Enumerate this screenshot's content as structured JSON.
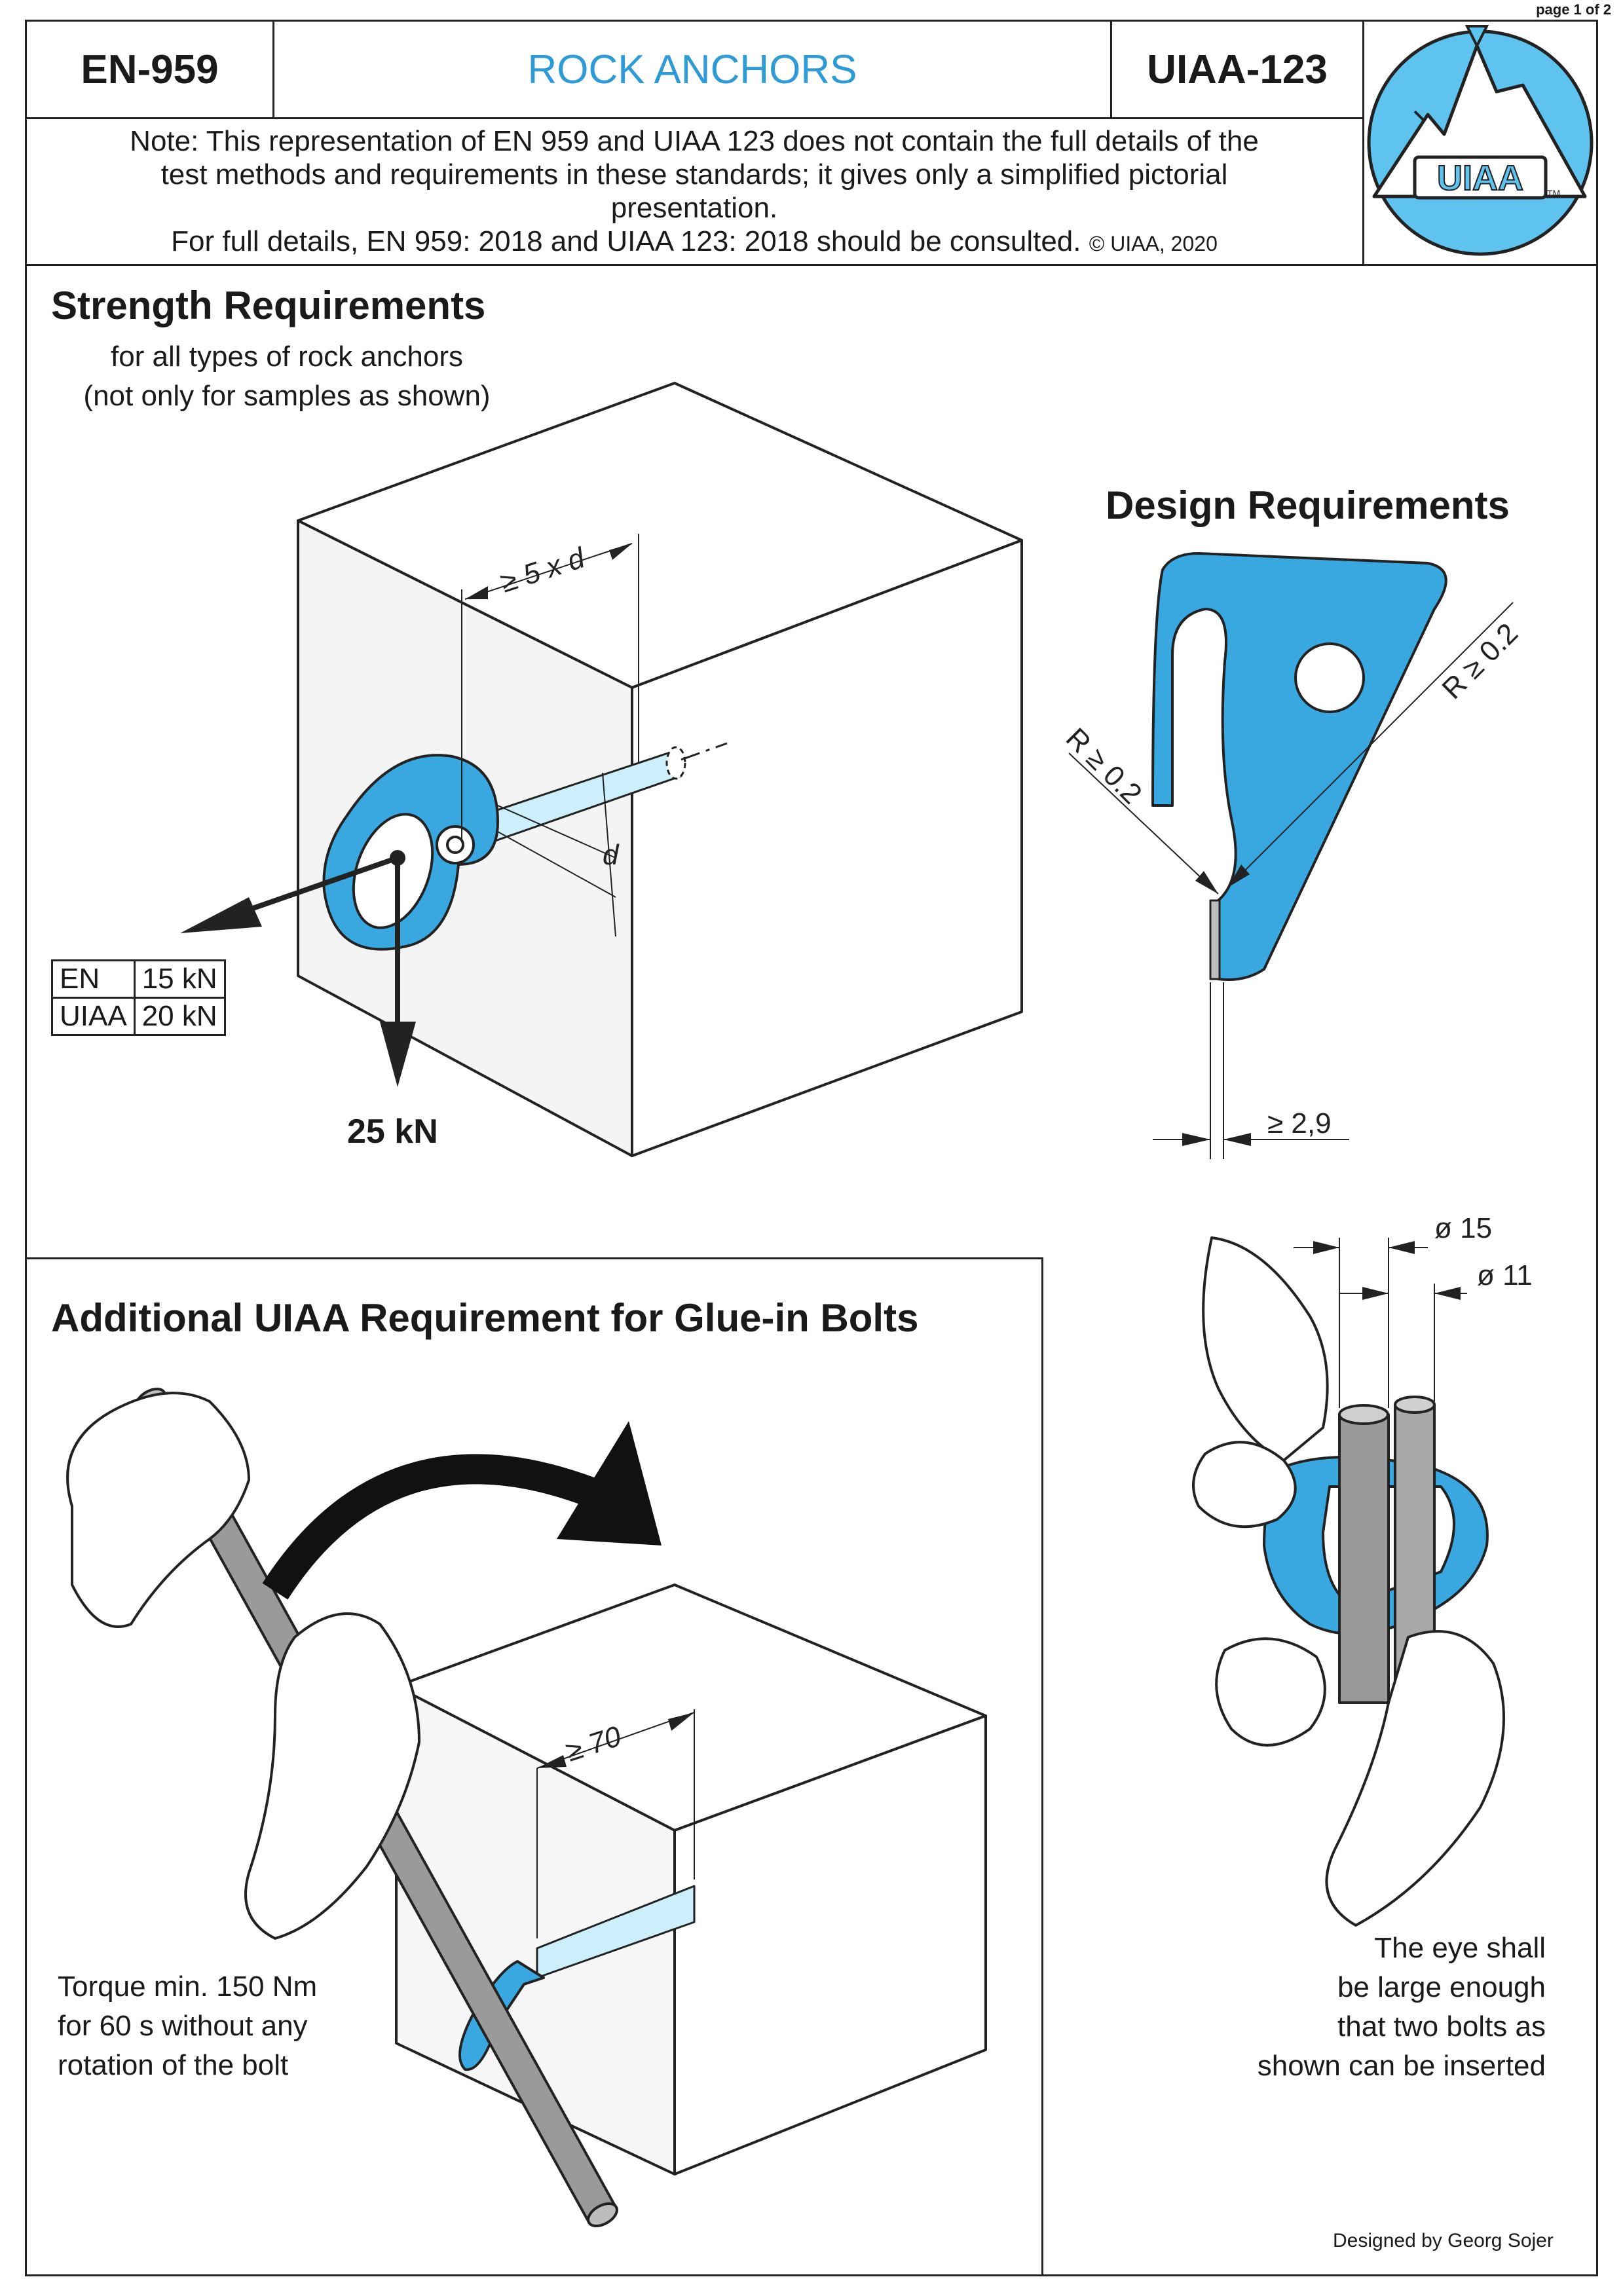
{
  "page_label": "page 1 of 2",
  "header": {
    "left": "EN-959",
    "title": "ROCK ANCHORS",
    "right": "UIAA-123",
    "logo_text": "UIAA",
    "logo_tm": "TM"
  },
  "note": {
    "line1": "Note: This representation of EN 959 and UIAA 123 does not contain the full details of the",
    "line2": "test methods and requirements in these standards; it gives only a simplified pictorial",
    "line3": "presentation.",
    "line4": "For full details, EN 959: 2018 and UIAA 123: 2018 should be consulted.",
    "copyright": "© UIAA, 2020"
  },
  "strength": {
    "title": "Strength Requirements",
    "sub1": "for all types of rock anchors",
    "sub2": "(not only for samples as shown)",
    "dim_spacing": "≥ 5 x d",
    "dim_d": "d",
    "loads": [
      {
        "std": "EN",
        "value": "15 kN"
      },
      {
        "std": "UIAA",
        "value": "20 kN"
      }
    ],
    "axial_load": "25 kN"
  },
  "design": {
    "title": "Design Requirements",
    "radius_top": "R ≥ 0.2",
    "radius_left": "R ≥ 0.2",
    "thickness": "≥ 2,9"
  },
  "glue_in": {
    "title": "Additional UIAA Requirement for Glue-in Bolts",
    "dim_depth": "≥ 70",
    "torque_line1": "Torque min. 150 Nm",
    "torque_line2": "for 60 s without any",
    "torque_line3": "rotation of the bolt"
  },
  "eye": {
    "dia_15": "ø 15",
    "dia_11": "ø 11",
    "line1": "The eye shall",
    "line2": "be large enough",
    "line3": "that two bolts as",
    "line4": "shown can be inserted"
  },
  "credit": "Designed by Georg Sojer",
  "colors": {
    "accent_blue": "#2e9ad6",
    "logo_blue": "#5ec3ee",
    "light_blue": "#cdeefb",
    "steel": "#9a9a9a"
  }
}
